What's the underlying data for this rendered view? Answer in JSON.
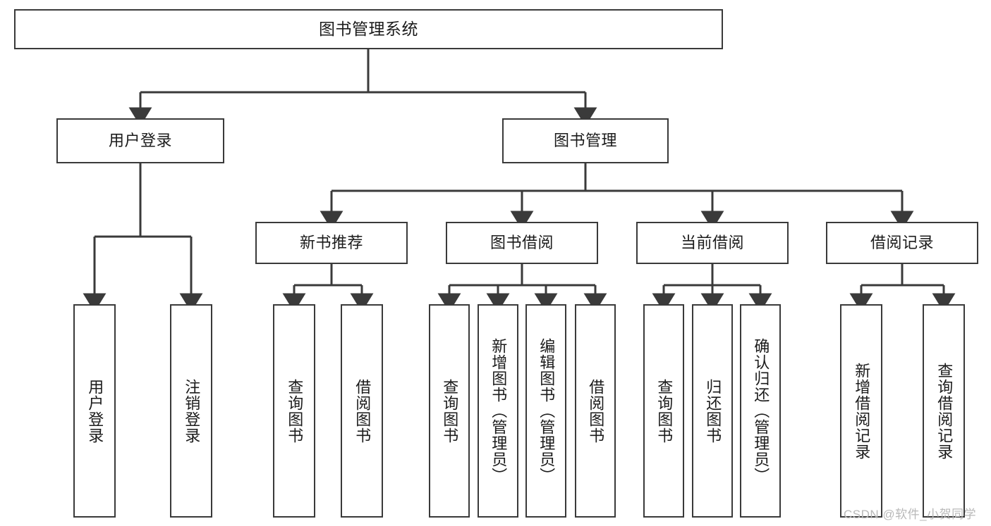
{
  "diagram": {
    "type": "tree",
    "title": "图书管理系统",
    "orientation": "top-down",
    "colors": {
      "box_border": "#3a3a3a",
      "box_fill": "#ffffff",
      "edge": "#3a3a3a",
      "text": "#1b1b1b",
      "watermark": "#b9b9b9"
    },
    "nodes": {
      "root": {
        "label": "图书管理系统",
        "level": 1
      },
      "level2": [
        {
          "id": "user-login",
          "label": "用户登录"
        },
        {
          "id": "book-manage",
          "label": "图书管理"
        }
      ],
      "level3": [
        {
          "id": "new-book-recommend",
          "label": "新书推荐",
          "parent": "book-manage"
        },
        {
          "id": "book-borrow",
          "label": "图书借阅",
          "parent": "book-manage"
        },
        {
          "id": "current-borrow",
          "label": "当前借阅",
          "parent": "book-manage"
        },
        {
          "id": "borrow-record",
          "label": "借阅记录",
          "parent": "book-manage"
        }
      ],
      "leaves": [
        {
          "id": "leaf-user-login",
          "label": "用户登录",
          "parent": "user-login"
        },
        {
          "id": "leaf-logout-login",
          "label": "注销登录",
          "parent": "user-login"
        },
        {
          "id": "leaf-query-book-1",
          "label": "查询图书",
          "parent": "new-book-recommend"
        },
        {
          "id": "leaf-borrow-book-1",
          "label": "借阅图书",
          "parent": "new-book-recommend"
        },
        {
          "id": "leaf-query-book-2",
          "label": "查询图书",
          "parent": "book-borrow"
        },
        {
          "id": "leaf-add-book",
          "label": "新增图书（管理员）",
          "parent": "book-borrow"
        },
        {
          "id": "leaf-edit-book",
          "label": "编辑图书（管理员）",
          "parent": "book-borrow"
        },
        {
          "id": "leaf-borrow-book-2",
          "label": "借阅图书",
          "parent": "book-borrow"
        },
        {
          "id": "leaf-query-book-3",
          "label": "查询图书",
          "parent": "current-borrow"
        },
        {
          "id": "leaf-return-book",
          "label": "归还图书",
          "parent": "current-borrow"
        },
        {
          "id": "leaf-confirm-return",
          "label": "确认归还（管理员）",
          "parent": "current-borrow"
        },
        {
          "id": "leaf-add-record",
          "label": "新增借阅记录",
          "parent": "borrow-record"
        },
        {
          "id": "leaf-query-record",
          "label": "查询借阅记录",
          "parent": "borrow-record"
        }
      ]
    }
  },
  "watermark": {
    "text": "CSDN @软件_小贺同学"
  }
}
